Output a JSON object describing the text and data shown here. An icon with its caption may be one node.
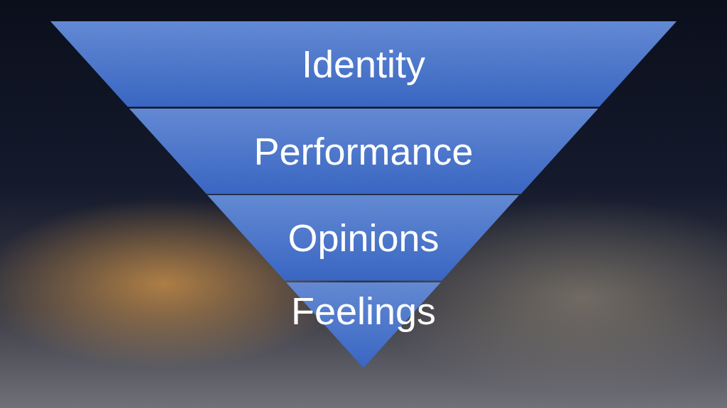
{
  "diagram": {
    "nodes": [
      {
        "text": [
          "Identity"
        ]
      },
      {
        "text": [
          "Performance"
        ]
      },
      {
        "text": [
          "Opinions"
        ]
      },
      {
        "text": [
          "Feelings"
        ]
      }
    ],
    "edges": []
  }
}
